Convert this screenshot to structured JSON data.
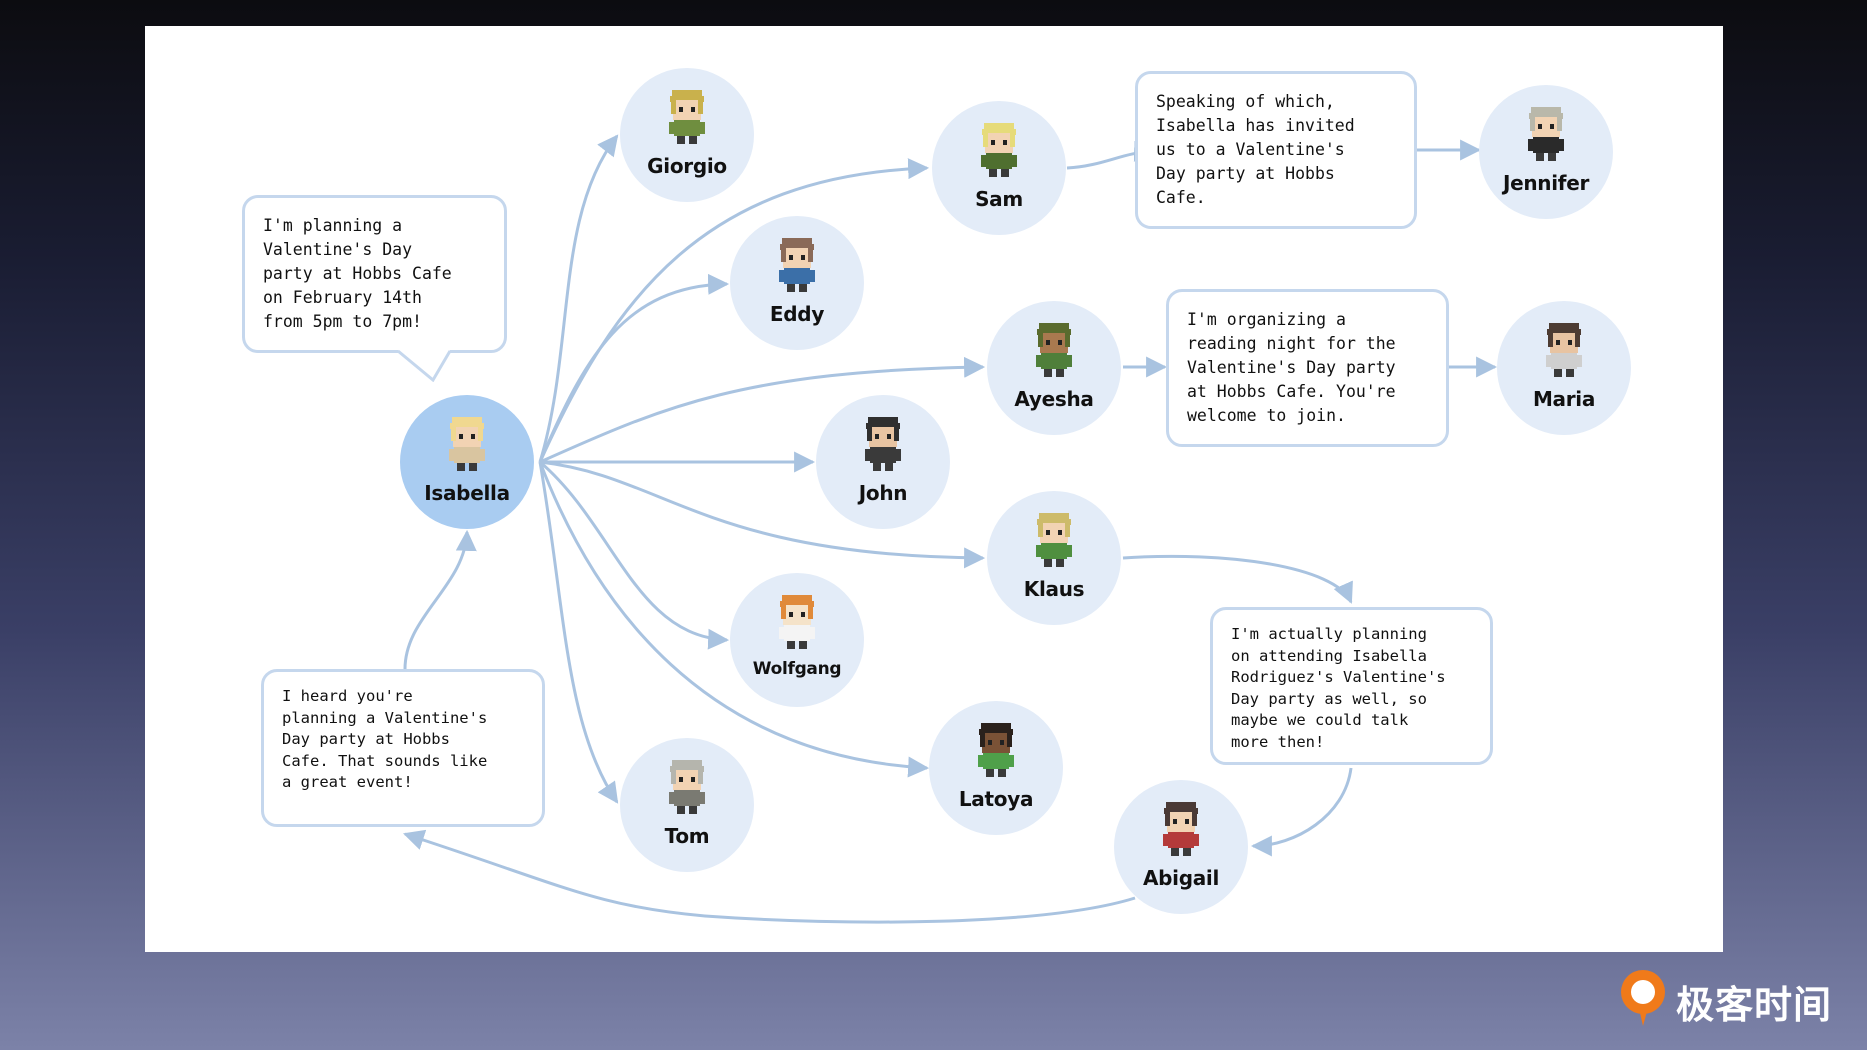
{
  "diagram": {
    "nodes": [
      {
        "id": "isabella",
        "label": "Isabella",
        "hair": "#f0d890",
        "shirt": "#d9c5a0",
        "skin": "#f2d3b3"
      },
      {
        "id": "giorgio",
        "label": "Giorgio",
        "hair": "#c9b14c",
        "shirt": "#6f8e3f",
        "skin": "#f2d3b3"
      },
      {
        "id": "sam",
        "label": "Sam",
        "hair": "#e6db7a",
        "shirt": "#4f6f2f",
        "skin": "#f2d3b3"
      },
      {
        "id": "jennifer",
        "label": "Jennifer",
        "hair": "#b9b8aa",
        "shirt": "#2a2a2a",
        "skin": "#f2d3b3"
      },
      {
        "id": "eddy",
        "label": "Eddy",
        "hair": "#8a6a58",
        "shirt": "#3b6fa8",
        "skin": "#f2d3b3"
      },
      {
        "id": "ayesha",
        "label": "Ayesha",
        "hair": "#5a6b2e",
        "shirt": "#4f7f3a",
        "skin": "#a9794f"
      },
      {
        "id": "maria",
        "label": "Maria",
        "hair": "#4d3c33",
        "shirt": "#cfcfcf",
        "skin": "#e8c4a2"
      },
      {
        "id": "john",
        "label": "John",
        "hair": "#2f2f2f",
        "shirt": "#3a3a3a",
        "skin": "#e8c4a2"
      },
      {
        "id": "klaus",
        "label": "Klaus",
        "hair": "#cdbb6a",
        "shirt": "#4f8f3f",
        "skin": "#f2d3b3"
      },
      {
        "id": "wolfgang",
        "label": "Wolfgang",
        "hair": "#e08a3a",
        "shirt": "#f4f4f4",
        "skin": "#f5e3c9"
      },
      {
        "id": "latoya",
        "label": "Latoya",
        "hair": "#2a211c",
        "shirt": "#4fa04a",
        "skin": "#7a5236"
      },
      {
        "id": "abigail",
        "label": "Abigail",
        "hair": "#4a3a36",
        "shirt": "#b43a3a",
        "skin": "#f2d3b3"
      },
      {
        "id": "tom",
        "label": "Tom",
        "hair": "#b5b5ad",
        "shirt": "#7a7a72",
        "skin": "#f2d3b3"
      }
    ],
    "bubbles": [
      {
        "id": "isabella_msg",
        "text": "I'm planning a\nValentine's Day\nparty at Hobbs Cafe\non February 14th\nfrom 5pm to 7pm!"
      },
      {
        "id": "sam_msg",
        "text": "Speaking of which,\nIsabella has invited\nus to a Valentine's\nDay party at Hobbs\nCafe."
      },
      {
        "id": "ayesha_msg",
        "text": "I'm organizing a\nreading night for the\nValentine's Day party\nat Hobbs Cafe. You're\nwelcome to join."
      },
      {
        "id": "klaus_msg",
        "text": "I'm actually planning\non attending Isabella\nRodriguez's Valentine's\nDay party as well, so\nmaybe we could talk\nmore then!"
      },
      {
        "id": "tom_msg",
        "text": "I heard you're\nplanning a Valentine's\nDay party at Hobbs\nCafe. That sounds like\na great event!"
      }
    ],
    "edges": [
      [
        "isabella",
        "giorgio"
      ],
      [
        "isabella",
        "sam"
      ],
      [
        "isabella",
        "eddy"
      ],
      [
        "isabella",
        "ayesha"
      ],
      [
        "isabella",
        "john"
      ],
      [
        "isabella",
        "klaus"
      ],
      [
        "isabella",
        "wolfgang"
      ],
      [
        "isabella",
        "latoya"
      ],
      [
        "isabella",
        "tom"
      ],
      [
        "sam",
        "sam_msg"
      ],
      [
        "sam_msg",
        "jennifer"
      ],
      [
        "ayesha",
        "ayesha_msg"
      ],
      [
        "ayesha_msg",
        "maria"
      ],
      [
        "klaus",
        "klaus_msg"
      ],
      [
        "klaus_msg",
        "abigail"
      ],
      [
        "abigail",
        "tom_msg"
      ],
      [
        "tom_msg",
        "isabella"
      ]
    ],
    "edge_color": "#a9c3e0",
    "node_color": "#e3ecf8",
    "highlight_node_color": "#a9ccf1"
  },
  "branding": {
    "text": "极客时间",
    "logo_color": "#f07a1a"
  }
}
